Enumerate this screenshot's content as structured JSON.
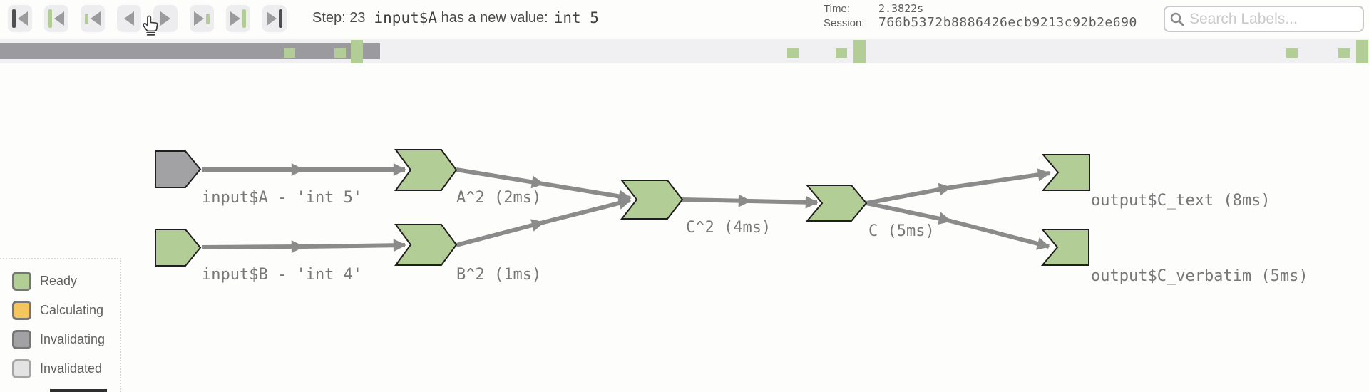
{
  "colors": {
    "ready": "#b3cd97",
    "calculating": "#f5c55f",
    "invalidating": "#a2a2a5",
    "invalidated": "#e3e3e3",
    "edge": "#8b8b8b",
    "timeline_fill": "#9b9a9f",
    "timeline_track": "#f0f0f2"
  },
  "header": {
    "icons": {
      "first": "bar-with-left-triangle",
      "prev_idle": "green-tall-bar-left-triangle",
      "prev_mark": "green-short-bar-left-triangle",
      "back": "left-triangle",
      "forward": "right-triangle",
      "next_mark": "right-triangle-green-short-bar",
      "next_idle": "right-triangle-green-tall-bar",
      "last": "right-triangle-with-bar",
      "search": "magnifying-glass"
    },
    "status": {
      "step_label": "Step:",
      "step_number": "23",
      "subject": "input$A",
      "verb": "has a new value:",
      "value": "int 5"
    },
    "time": {
      "label": "Time:",
      "value": "2.3822s"
    },
    "session": {
      "label": "Session:",
      "value": "766b5372b8886426ecb9213c92b2e690"
    },
    "search": {
      "placeholder": "Search Labels..."
    }
  },
  "graph": {
    "node_labels": [
      "input$A - 'int 5'",
      "input$B - 'int 4'",
      "A^2 (2ms)",
      "B^2 (1ms)",
      "C^2 (4ms)",
      "C (5ms)",
      "output$C_text (8ms)",
      "output$C_verbatim (5ms)"
    ]
  },
  "legend": {
    "labels": [
      "Ready",
      "Calculating",
      "Invalidating",
      "Invalidated"
    ]
  }
}
